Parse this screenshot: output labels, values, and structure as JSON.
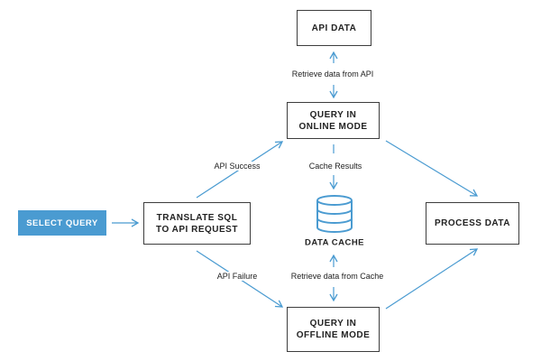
{
  "diagram": {
    "nodes": {
      "select_query": "SELECT QUERY",
      "translate_sql": "TRANSLATE SQL\nTO API REQUEST",
      "api_data": "API DATA",
      "query_online": "QUERY IN\nONLINE MODE",
      "query_offline": "QUERY IN\nOFFLINE MODE",
      "data_cache": "DATA CACHE",
      "process_data": "PROCESS DATA"
    },
    "edge_labels": {
      "api_success": "API Success",
      "api_failure": "API Failure",
      "retrieve_from_api": "Retrieve data from API",
      "cache_results": "Cache Results",
      "retrieve_from_cache": "Retrieve data from Cache"
    },
    "colors": {
      "arrow": "#4a9bd1",
      "primary_fill": "#4a9bd1",
      "box_border": "#3d3d3d"
    }
  }
}
